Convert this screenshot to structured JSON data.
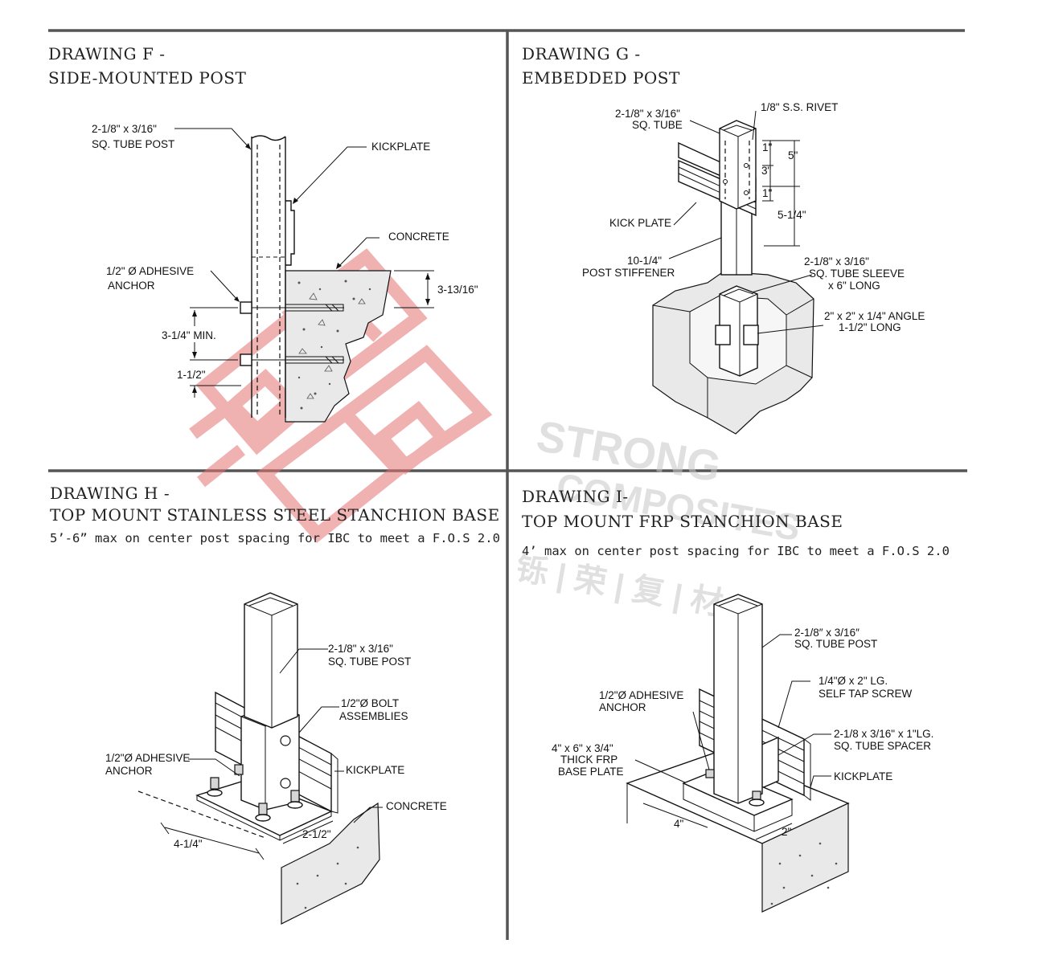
{
  "colors": {
    "frame": "#555555",
    "ink": "#111111",
    "watermark_red": "#e57373",
    "watermark_grey": "#c8c8c8"
  },
  "watermark": {
    "line1": "STRONG",
    "line2": "COMPOSITES",
    "line3": "铄 | 荣 | 复 | 材"
  },
  "drawing_f": {
    "title_line1": "DRAWING F -",
    "title_line2": "SIDE-MOUNTED POST",
    "labels": {
      "tube_1": "2-1/8\" x 3/16\"",
      "tube_2": "SQ. TUBE POST",
      "kickplate": "KICKPLATE",
      "concrete": "CONCRETE",
      "anchor_1": "1/2\" Ø ADHESIVE",
      "anchor_2": "ANCHOR",
      "dim_depth": "3-13/16\"",
      "dim_spacing": "3-1/4\" MIN.",
      "dim_edge": "1-1/2\""
    }
  },
  "drawing_g": {
    "title_line1": "DRAWING G -",
    "title_line2": "EMBEDDED POST",
    "labels": {
      "tube_1": "2-1/8\" x 3/16\"",
      "tube_2": "SQ. TUBE",
      "rivet": "1/8\" S.S. RIVET",
      "dim_1a": "1\"",
      "dim_3": "3\"",
      "dim_1b": "1\"",
      "dim_5": "5\"",
      "dim_514": "5-1/4\"",
      "kickplate": "KICK PLATE",
      "stiffener_1": "10-1/4\"",
      "stiffener_2": "POST STIFFENER",
      "sleeve_1": "2-1/8\" x 3/16\"",
      "sleeve_2": "SQ. TUBE SLEEVE",
      "sleeve_3": "x 6\" LONG",
      "angle_1": "2\" x 2\" x 1/4\" ANGLE",
      "angle_2": "1-1/2\" LONG"
    }
  },
  "drawing_h": {
    "title_line1": "DRAWING H -",
    "title_line2": "TOP MOUNT STAINLESS STEEL STANCHION BASE",
    "note": "5’-6” max on center post spacing for IBC to meet a F.O.S 2.0",
    "labels": {
      "tube_1": "2-1/8\" x 3/16\"",
      "tube_2": "SQ. TUBE POST",
      "bolt_1": "1/2\"Ø BOLT",
      "bolt_2": "ASSEMBLIES",
      "anchor_1": "1/2\"Ø ADHESIVE",
      "anchor_2": "ANCHOR",
      "kickplate": "KICKPLATE",
      "concrete": "CONCRETE",
      "dim_long": "4-1/4\"",
      "dim_short": "2-1/2\""
    }
  },
  "drawing_i": {
    "title_line1": "DRAWING  I-",
    "title_line2": "TOP MOUNT FRP STANCHION BASE",
    "note": "4’ max on center post spacing for IBC to meet a F.O.S 2.0",
    "labels": {
      "tube_1": "2-1/8″ x 3/16″",
      "tube_2": "SQ. TUBE POST",
      "screw_1": "1/4\"Ø x 2\" LG.",
      "screw_2": "SELF TAP SCREW",
      "anchor_1": "1/2\"Ø ADHESIVE",
      "anchor_2": "ANCHOR",
      "spacer_1": "2-1/8 x 3/16\" x 1\"LG.",
      "spacer_2": "SQ. TUBE SPACER",
      "plate_1": "4\" x 6\" x 3/4\"",
      "plate_2": "THICK FRP",
      "plate_3": "BASE PLATE",
      "kickplate": "KICKPLATE",
      "dim_long": "4\"",
      "dim_short": "2\""
    }
  }
}
